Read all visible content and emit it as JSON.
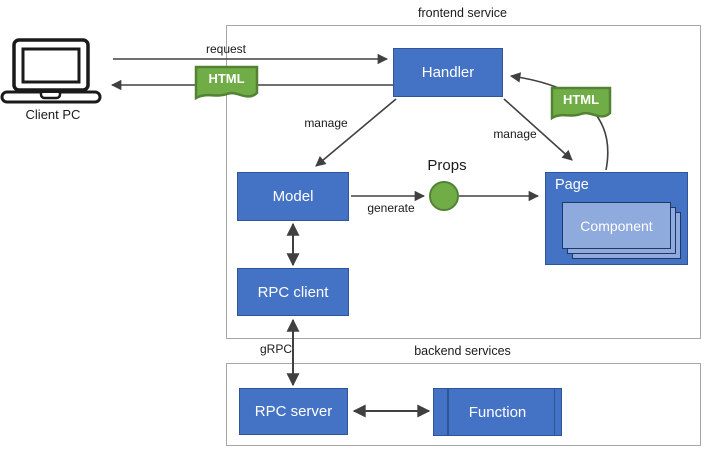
{
  "containers": {
    "frontend": {
      "label": "frontend service"
    },
    "backend": {
      "label": "backend services"
    }
  },
  "nodes": {
    "client_pc": {
      "label": "Client PC"
    },
    "handler": {
      "label": "Handler"
    },
    "model": {
      "label": "Model"
    },
    "rpc_client": {
      "label": "RPC client"
    },
    "page": {
      "label": "Page"
    },
    "component": {
      "label": "Component"
    },
    "rpc_server": {
      "label": "RPC server"
    },
    "function": {
      "label": "Function"
    },
    "props": {
      "label": "Props"
    },
    "html_to_client": {
      "label": "HTML"
    },
    "html_to_handler": {
      "label": "HTML"
    }
  },
  "edges": {
    "request": {
      "label": "request"
    },
    "manage_model": {
      "label": "manage"
    },
    "manage_page": {
      "label": "manage"
    },
    "generate": {
      "label": "generate"
    },
    "grpc": {
      "label": "gRPC"
    }
  },
  "colors": {
    "node_fill": "#4472C4",
    "node_border": "#2F5597",
    "component_fill": "#8FAADC",
    "component_border": "#1F3864",
    "green_fill": "#70AD47",
    "green_border": "#548235",
    "container_border": "#A6A6A6",
    "arrow": "#404040"
  }
}
